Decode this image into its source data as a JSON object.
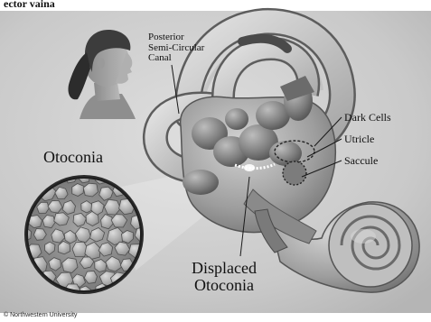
{
  "header": {
    "top_text": "ector vaina"
  },
  "labels": {
    "posterior_canal": "Posterior\nSemi-Circular\nCanal",
    "otoconia": "Otoconia",
    "dark_cells": "Dark Cells",
    "utricle": "Utricle",
    "saccule": "Saccule",
    "displaced_otoconia": "Displaced\nOtoconia"
  },
  "credit": "© Northwestern University",
  "colors": {
    "background": "#cfcfcf",
    "tissue": "#9c9c9c",
    "tissue_dark": "#6e6e6e",
    "tissue_light": "#c8c8c8",
    "crystal": "#a8a8a8",
    "text": "#111111"
  }
}
